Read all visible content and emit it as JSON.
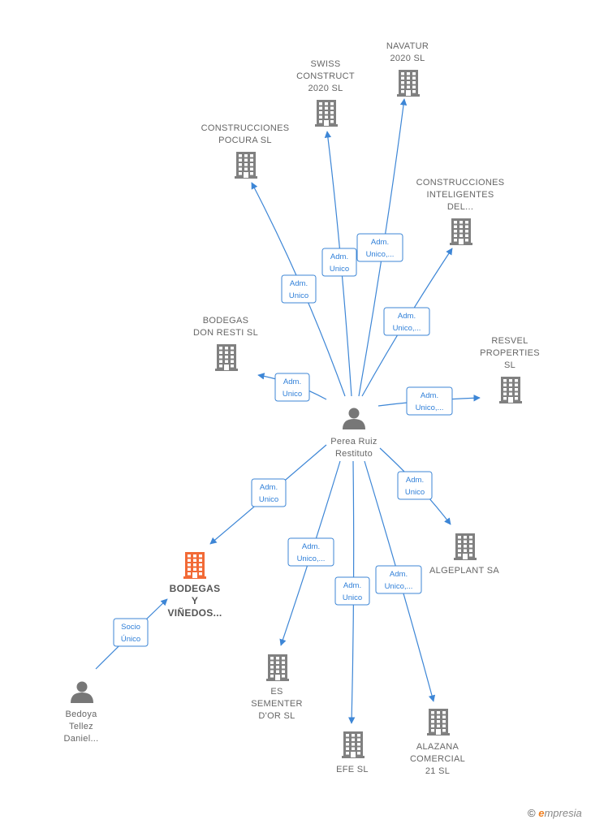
{
  "colors": {
    "edge": "#3d86d6",
    "building": "#808080",
    "building_highlight": "#f26a36",
    "person": "#777777"
  },
  "nodes": [
    {
      "id": "center",
      "type": "person",
      "icon": "person-icon",
      "label": [
        "Perea Ruiz",
        "Restituto"
      ]
    },
    {
      "id": "navatur",
      "type": "company",
      "icon": "building-icon",
      "label": [
        "NAVATUR",
        "2020  SL"
      ]
    },
    {
      "id": "swiss",
      "type": "company",
      "icon": "building-icon",
      "label": [
        "SWISS",
        "CONSTRUCT",
        "2020  SL"
      ]
    },
    {
      "id": "pocura",
      "type": "company",
      "icon": "building-icon",
      "label": [
        "CONSTRUCCIONES",
        "POCURA  SL"
      ]
    },
    {
      "id": "inteligentes",
      "type": "company",
      "icon": "building-icon",
      "label": [
        "CONSTRUCCIONES",
        "INTELIGENTES",
        "DEL..."
      ]
    },
    {
      "id": "donresti",
      "type": "company",
      "icon": "building-icon",
      "label": [
        "BODEGAS",
        "DON RESTI  SL"
      ]
    },
    {
      "id": "resvel",
      "type": "company",
      "icon": "building-icon",
      "label": [
        "RESVEL",
        "PROPERTIES",
        "SL"
      ]
    },
    {
      "id": "algeplant",
      "type": "company",
      "icon": "building-icon",
      "label": [
        "ALGEPLANT SA"
      ]
    },
    {
      "id": "bodegasy",
      "type": "company",
      "icon": "building-icon",
      "highlight": true,
      "label": [
        "BODEGAS",
        "Y",
        "VIÑEDOS..."
      ]
    },
    {
      "id": "sementer",
      "type": "company",
      "icon": "building-icon",
      "label": [
        "ES",
        "SEMENTER",
        "D'OR  SL"
      ]
    },
    {
      "id": "efe",
      "type": "company",
      "icon": "building-icon",
      "label": [
        "EFE SL"
      ]
    },
    {
      "id": "alazana",
      "type": "company",
      "icon": "building-icon",
      "label": [
        "ALAZANA",
        "COMERCIAL",
        "21 SL"
      ]
    },
    {
      "id": "bedoya",
      "type": "person",
      "icon": "person-icon",
      "label": [
        "Bedoya",
        "Tellez",
        "Daniel..."
      ]
    }
  ],
  "edges": [
    {
      "from": "center",
      "to": "navatur",
      "label": [
        "Adm.",
        "Unico,..."
      ]
    },
    {
      "from": "center",
      "to": "swiss",
      "label": [
        "Adm.",
        "Unico"
      ]
    },
    {
      "from": "center",
      "to": "pocura",
      "label": [
        "Adm.",
        "Unico"
      ]
    },
    {
      "from": "center",
      "to": "inteligentes",
      "label": [
        "Adm.",
        "Unico,..."
      ]
    },
    {
      "from": "center",
      "to": "donresti",
      "label": [
        "Adm.",
        "Unico"
      ]
    },
    {
      "from": "center",
      "to": "resvel",
      "label": [
        "Adm.",
        "Unico,..."
      ]
    },
    {
      "from": "center",
      "to": "algeplant",
      "label": [
        "Adm.",
        "Unico"
      ]
    },
    {
      "from": "center",
      "to": "bodegasy",
      "label": [
        "Adm.",
        "Unico"
      ]
    },
    {
      "from": "center",
      "to": "sementer",
      "label": [
        "Adm.",
        "Unico,..."
      ]
    },
    {
      "from": "center",
      "to": "efe",
      "label": [
        "Adm.",
        "Unico"
      ]
    },
    {
      "from": "center",
      "to": "alazana",
      "label": [
        "Adm.",
        "Unico,..."
      ]
    },
    {
      "from": "bedoya",
      "to": "bodegasy",
      "label": [
        "Socio",
        "Único"
      ]
    }
  ],
  "footer": {
    "copyright": "©",
    "brand_initial": "e",
    "brand_rest": "mpresia"
  }
}
